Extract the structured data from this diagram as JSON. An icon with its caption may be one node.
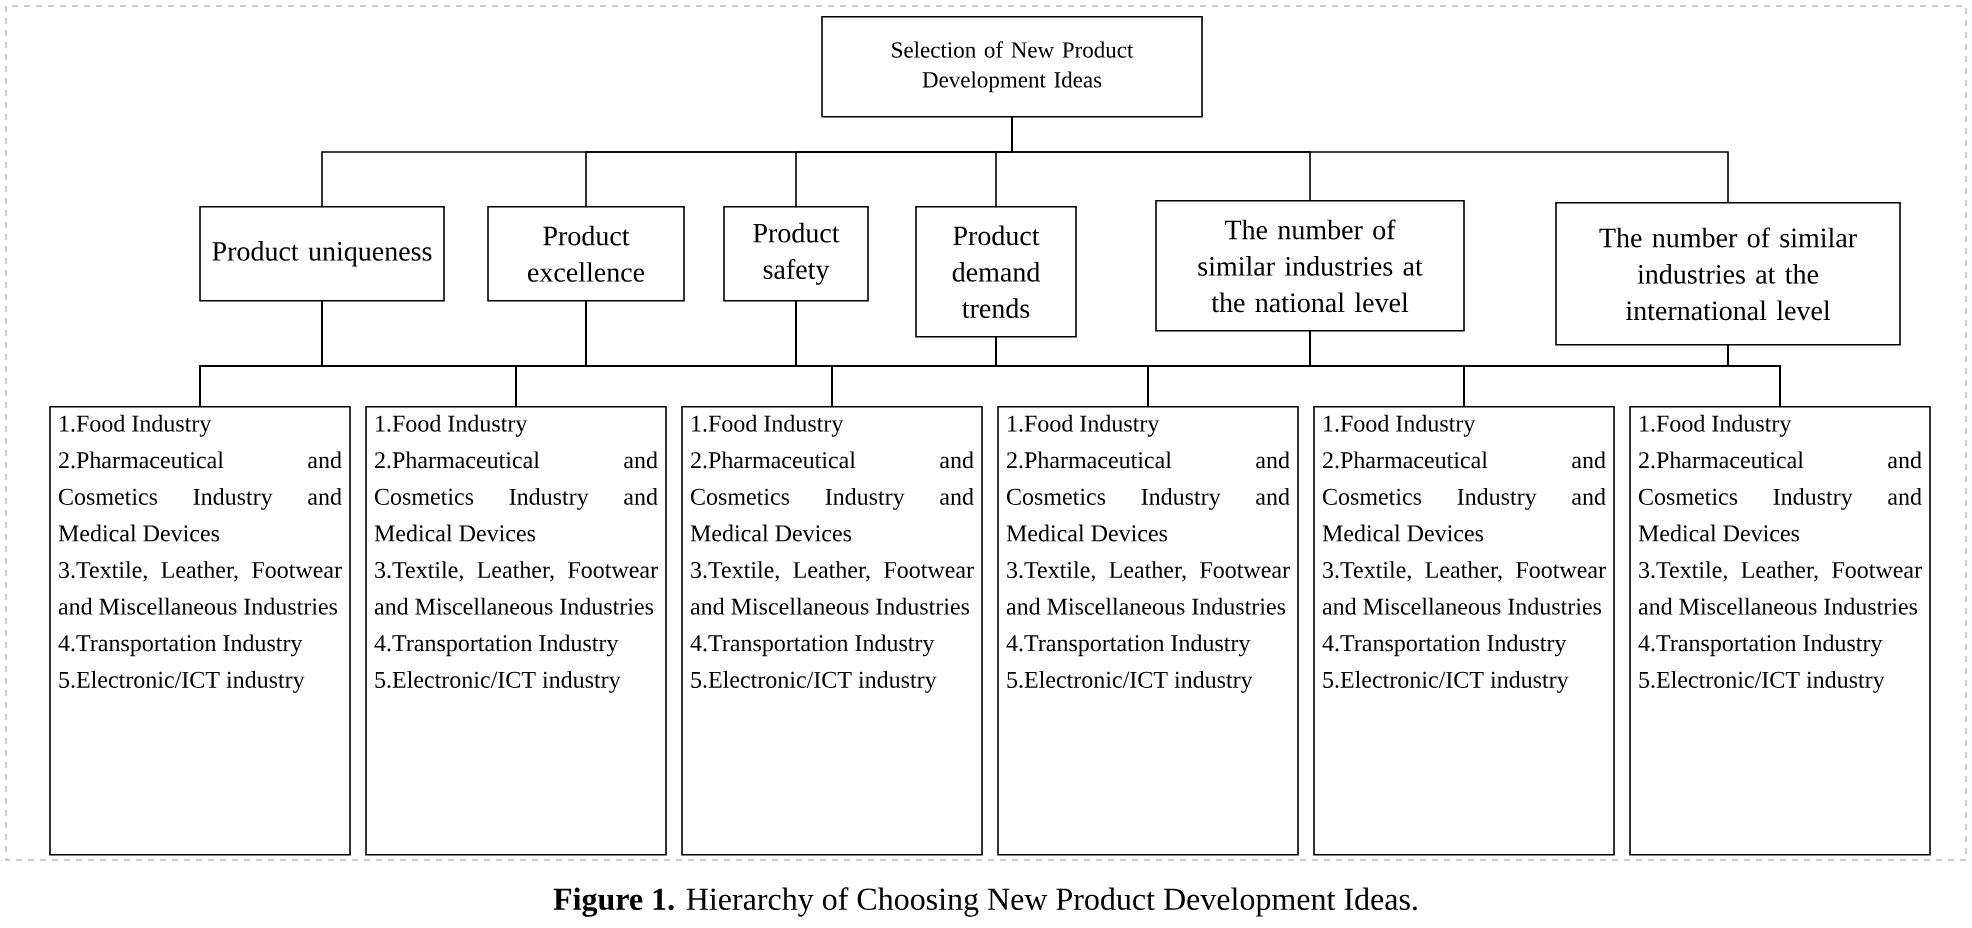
{
  "diagram": {
    "caption": "**Figure 1.** Hierarchy of Choosing New Product Development Ideas.",
    "nodes": [
      {
        "text": [
          "Selection of New Product Development Ideas"
        ]
      },
      {
        "text": [
          "Product uniqueness"
        ]
      },
      {
        "text": [
          "Product excellence"
        ]
      },
      {
        "text": [
          "Product safety"
        ]
      },
      {
        "text": [
          "Product demand trends"
        ]
      },
      {
        "text": [
          "The number of similar industries at the national level"
        ]
      },
      {
        "text": [
          "The number of similar industries at the international level"
        ]
      },
      {
        "text": [
          "1.Food Industry",
          "2.Pharmaceutical and Cosmetics Industry and Medical Devices",
          "3.Textile, Leather, Footwear and Miscellaneous Industries",
          "4.Transportation Industry",
          "5.Electronic/ICT industry"
        ]
      },
      {
        "text": [
          "1.Food Industry",
          "2.Pharmaceutical and Cosmetics Industry and Medical Devices",
          "3.Textile, Leather, Footwear and Miscellaneous Industries",
          "4.Transportation Industry",
          "5.Electronic/ICT industry"
        ]
      },
      {
        "text": [
          "1.Food Industry",
          "2.Pharmaceutical and Cosmetics Industry and Medical Devices",
          "3.Textile, Leather, Footwear and Miscellaneous Industries",
          "4.Transportation Industry",
          "5.Electronic/ICT industry"
        ]
      },
      {
        "text": [
          "1.Food Industry",
          "2.Pharmaceutical and Cosmetics Industry and Medical Devices",
          "3.Textile, Leather, Footwear and Miscellaneous Industries",
          "4.Transportation Industry",
          "5.Electronic/ICT industry"
        ]
      },
      {
        "text": [
          "1.Food Industry",
          "2.Pharmaceutical and Cosmetics Industry and Medical Devices",
          "3.Textile, Leather, Footwear and Miscellaneous Industries",
          "4.Transportation Industry",
          "5.Electronic/ICT industry"
        ]
      },
      {
        "text": [
          "1.Food Industry",
          "2.Pharmaceutical and Cosmetics Industry and Medical Devices",
          "3.Textile, Leather, Footwear and Miscellaneous Industries",
          "4.Transportation Industry",
          "5.Electronic/ICT industry"
        ]
      }
    ],
    "edges": [
      {
        "from": 0,
        "to": 1,
        "arrow": "none"
      },
      {
        "from": 0,
        "to": 2,
        "arrow": "none"
      },
      {
        "from": 0,
        "to": 3,
        "arrow": "none"
      },
      {
        "from": 0,
        "to": 4,
        "arrow": "none"
      },
      {
        "from": 0,
        "to": 5,
        "arrow": "none"
      },
      {
        "from": 0,
        "to": 6,
        "arrow": "none"
      },
      {
        "from": 1,
        "to": 7,
        "arrow": "none"
      },
      {
        "from": 1,
        "to": 8,
        "arrow": "none"
      },
      {
        "from": 1,
        "to": 9,
        "arrow": "none"
      },
      {
        "from": 1,
        "to": 10,
        "arrow": "none"
      },
      {
        "from": 1,
        "to": 11,
        "arrow": "none"
      },
      {
        "from": 1,
        "to": 12,
        "arrow": "none"
      },
      {
        "from": 2,
        "to": 7,
        "arrow": "none"
      },
      {
        "from": 2,
        "to": 8,
        "arrow": "none"
      },
      {
        "from": 2,
        "to": 9,
        "arrow": "none"
      },
      {
        "from": 2,
        "to": 10,
        "arrow": "none"
      },
      {
        "from": 2,
        "to": 11,
        "arrow": "none"
      },
      {
        "from": 2,
        "to": 12,
        "arrow": "none"
      },
      {
        "from": 3,
        "to": 7,
        "arrow": "none"
      },
      {
        "from": 3,
        "to": 8,
        "arrow": "none"
      },
      {
        "from": 3,
        "to": 9,
        "arrow": "none"
      },
      {
        "from": 3,
        "to": 10,
        "arrow": "none"
      },
      {
        "from": 3,
        "to": 11,
        "arrow": "none"
      },
      {
        "from": 3,
        "to": 12,
        "arrow": "none"
      },
      {
        "from": 4,
        "to": 7,
        "arrow": "none"
      },
      {
        "from": 4,
        "to": 8,
        "arrow": "none"
      },
      {
        "from": 4,
        "to": 9,
        "arrow": "none"
      },
      {
        "from": 4,
        "to": 10,
        "arrow": "none"
      },
      {
        "from": 4,
        "to": 11,
        "arrow": "none"
      },
      {
        "from": 4,
        "to": 12,
        "arrow": "none"
      },
      {
        "from": 5,
        "to": 7,
        "arrow": "none"
      },
      {
        "from": 5,
        "to": 8,
        "arrow": "none"
      },
      {
        "from": 5,
        "to": 9,
        "arrow": "none"
      },
      {
        "from": 5,
        "to": 10,
        "arrow": "none"
      },
      {
        "from": 5,
        "to": 11,
        "arrow": "none"
      },
      {
        "from": 5,
        "to": 12,
        "arrow": "none"
      },
      {
        "from": 6,
        "to": 7,
        "arrow": "none"
      },
      {
        "from": 6,
        "to": 8,
        "arrow": "none"
      },
      {
        "from": 6,
        "to": 9,
        "arrow": "none"
      },
      {
        "from": 6,
        "to": 10,
        "arrow": "none"
      },
      {
        "from": 6,
        "to": 11,
        "arrow": "none"
      },
      {
        "from": 6,
        "to": 12,
        "arrow": "none"
      }
    ]
  }
}
